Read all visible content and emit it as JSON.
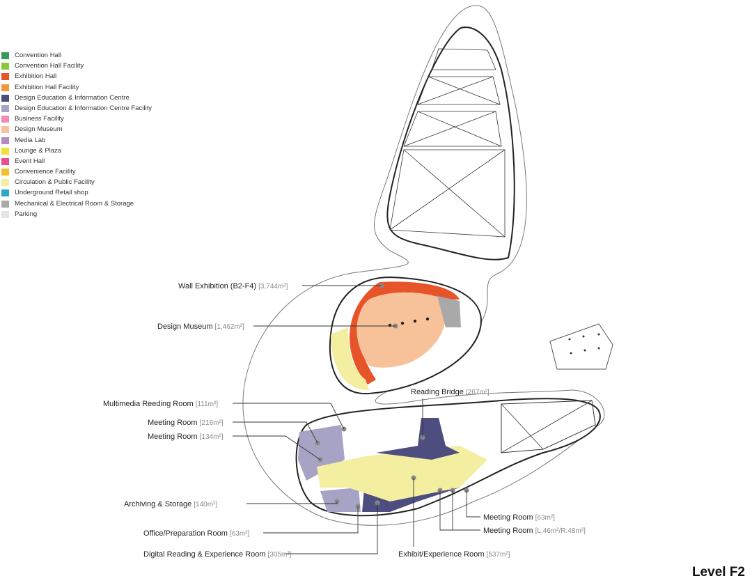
{
  "legend": [
    {
      "label": "Convention Hall",
      "color": "#3a9a5a"
    },
    {
      "label": "Convention Hall Facility",
      "color": "#8cc63f"
    },
    {
      "label": "Exhibition Hall",
      "color": "#e8542a"
    },
    {
      "label": "Exhibition Hall Facility",
      "color": "#f29a3a"
    },
    {
      "label": "Design Education & Information Centre",
      "color": "#4d4d80"
    },
    {
      "label": "Design Education & Information Centre Facility",
      "color": "#a6a3c4"
    },
    {
      "label": "Business Facility",
      "color": "#f08cb4"
    },
    {
      "label": "Design Museum",
      "color": "#f7c29a"
    },
    {
      "label": "Media Lab",
      "color": "#b68ac0"
    },
    {
      "label": "Lounge & Plaza",
      "color": "#f0e132"
    },
    {
      "label": "Event Hall",
      "color": "#e8508c"
    },
    {
      "label": "Convenience Facility",
      "color": "#f5bf28"
    },
    {
      "label": "Circulation & Public Facility",
      "color": "#f3eea0"
    },
    {
      "label": "Underground Retail shop",
      "color": "#2aa8c8"
    },
    {
      "label": "Mechanical & Electrical Room & Storage",
      "color": "#a9a9a9"
    },
    {
      "label": "Parking",
      "color": "#e4e4e4"
    }
  ],
  "callouts": {
    "wall_exhibition": {
      "name": "Wall Exhibition (B2-F4)",
      "area": "[3,744m²]"
    },
    "design_museum": {
      "name": "Design Museum",
      "area": "[1,462m²]"
    },
    "reading_bridge": {
      "name": "Reading Bridge",
      "area": "[267m²]"
    },
    "multimedia_reading": {
      "name": "Multimedia Reeding Room",
      "area": "[111m²]"
    },
    "meeting_216": {
      "name": "Meeting Room",
      "area": "[216m²]"
    },
    "meeting_134": {
      "name": "Meeting Room",
      "area": "[134m²]"
    },
    "archiving": {
      "name": "Archiving & Storage",
      "area": "[140m²]"
    },
    "office_prep": {
      "name": "Office/Preparation Room",
      "area": "[63m²]"
    },
    "digital_reading": {
      "name": "Digital Reading & Experience Room",
      "area": "[305m²]"
    },
    "exhibit_experience": {
      "name": "Exhibit/Experience Room",
      "area": "[537m²]"
    },
    "meeting_63": {
      "name": "Meeting Room",
      "area": "[63m²]"
    },
    "meeting_lr": {
      "name": "Meeting Room",
      "area": "[L:46m²/R:48m²]"
    }
  },
  "level_title": "Level F2"
}
